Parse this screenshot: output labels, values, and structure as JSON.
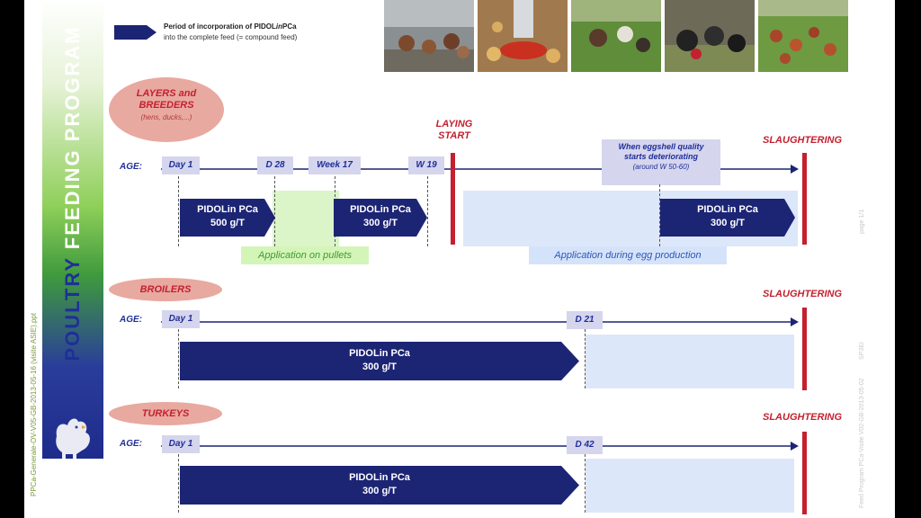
{
  "sidebar": {
    "title_part1": "POULTRY ",
    "title_part2": "FEEDING PROGRAM",
    "icon": "hen-icon"
  },
  "vertical_notes": {
    "left": "PPCa-Generale-OV-V05-GB-2013-05-16 (visite ASIE).ppt",
    "right1": "page 1/1",
    "right2": "SP3EI",
    "right3": "Feed Program PCa-Visite V02-GB-2013-05-02"
  },
  "legend": {
    "line1_prefix": "Period of incorporation of PIDOL",
    "line1_italic": "in",
    "line1_suffix": "PCa",
    "line2": "into the complete feed (= compound feed)",
    "arrow_color": "#1c2474"
  },
  "photos": [
    "hens-in-barn-photo",
    "feeder-photo",
    "ducks-outdoor-photo",
    "black-ducks-photo",
    "hens-on-grass-photo"
  ],
  "colors": {
    "navy": "#1c2474",
    "red": "#c4202f",
    "green_band": "#dbf5c8",
    "blue_band": "#dde7fa",
    "oval": "#e8a9a0"
  },
  "layers": {
    "group": "LAYERS and",
    "group2": "BREEDERS",
    "group_sub": "(hens, ducks,...)",
    "age_label": "AGE:",
    "marks": [
      "Day 1",
      "D 28",
      "Week 17",
      "W 19"
    ],
    "laying_start_1": "LAYING",
    "laying_start_2": "START",
    "egg_note_1": "When eggshell quality",
    "egg_note_2": "starts deteriorating",
    "egg_note_3": "(around W 50-60)",
    "slaughter": "SLAUGHTERING",
    "doses": [
      {
        "name": "PIDOLin PCa",
        "amount": "500 g/T"
      },
      {
        "name": "PIDOLin PCa",
        "amount": "300 g/T"
      },
      {
        "name": "PIDOLin PCa",
        "amount": "300 g/T"
      }
    ],
    "app_pullets": "Application on pullets",
    "app_eggs": "Application during egg production"
  },
  "broilers": {
    "group": "BROILERS",
    "age_label": "AGE:",
    "marks": [
      "Day 1",
      "D 21"
    ],
    "slaughter": "SLAUGHTERING",
    "dose": {
      "name": "PIDOLin PCa",
      "amount": "300 g/T"
    }
  },
  "turkeys": {
    "group": "TURKEYS",
    "age_label": "AGE:",
    "marks": [
      "Day 1",
      "D 42"
    ],
    "slaughter": "SLAUGHTERING",
    "dose": {
      "name": "PIDOLin PCa",
      "amount": "300 g/T"
    }
  }
}
